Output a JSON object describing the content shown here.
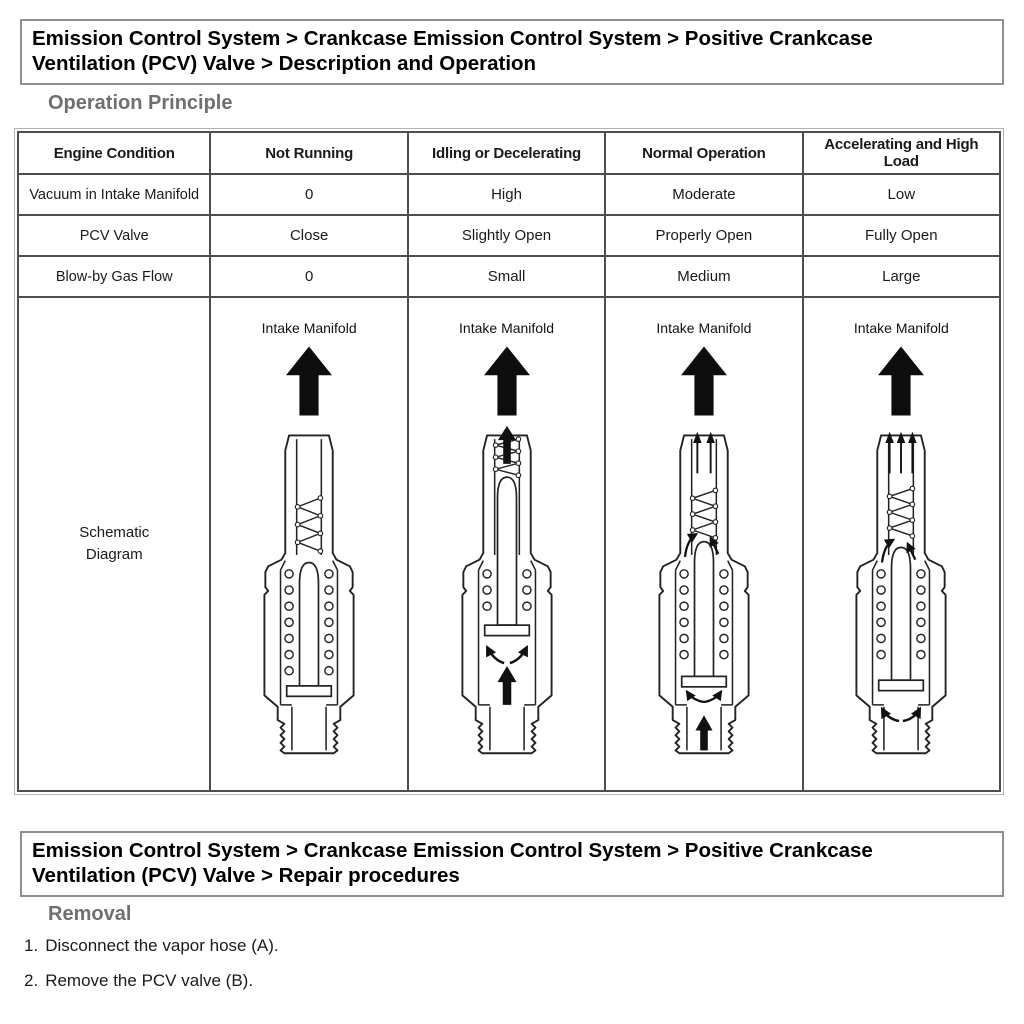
{
  "breadcrumb_description": {
    "text": "Emission Control System > Crankcase Emission Control System > Positive Crankcase Ventilation (PCV) Valve > Description and Operation"
  },
  "breadcrumb_repair": {
    "text": "Emission Control System > Crankcase Emission Control System > Positive Crankcase Ventilation (PCV) Valve > Repair procedures"
  },
  "sections": {
    "operation_principle": "Operation Principle",
    "removal": "Removal"
  },
  "table": {
    "headers": [
      "Engine Condition",
      "Not Running",
      "Idling or Decelerating",
      "Normal Operation",
      "Accelerating and High Load"
    ],
    "rows": [
      {
        "label": "Vacuum in Intake Manifold",
        "values": [
          "0",
          "High",
          "Moderate",
          "Low"
        ]
      },
      {
        "label": "PCV Valve",
        "values": [
          "Close",
          "Slightly Open",
          "Properly Open",
          "Fully Open"
        ]
      },
      {
        "label": "Blow-by Gas Flow",
        "values": [
          "0",
          "Small",
          "Medium",
          "Large"
        ]
      }
    ],
    "schematic_row": {
      "label": "Schematic Diagram",
      "diagram_label": "Intake Manifold",
      "diagrams": [
        {
          "condition": "Not Running",
          "valve_state": "closed"
        },
        {
          "condition": "Idling or Decelerating",
          "valve_state": "slightly-open"
        },
        {
          "condition": "Normal Operation",
          "valve_state": "properly-open"
        },
        {
          "condition": "Accelerating and High Load",
          "valve_state": "fully-open"
        }
      ]
    }
  },
  "removal_steps": [
    {
      "num": "1.",
      "text": "Disconnect the vapor hose (A)."
    },
    {
      "num": "2.",
      "text": "Remove the PCV valve (B)."
    }
  ],
  "colors": {
    "heading_gray": "#6f6f6f",
    "breadcrumb_border": "#8f8f8f",
    "table_border": "#4e4e4e",
    "arrow_black": "#111111",
    "background": "#ffffff"
  }
}
